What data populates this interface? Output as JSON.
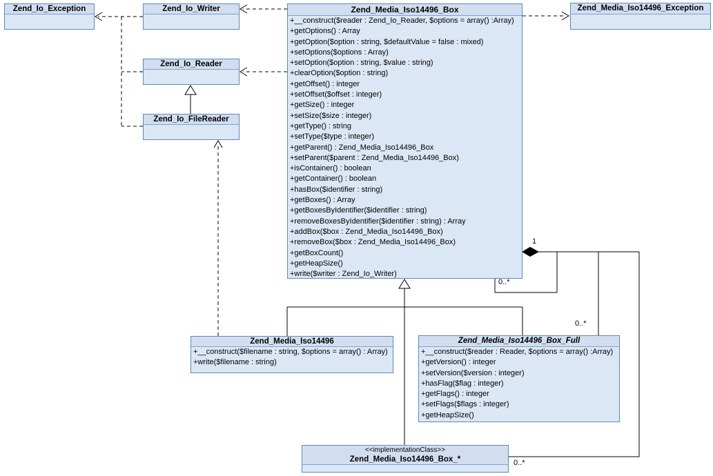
{
  "colors": {
    "box_border": "#5b87ba",
    "title_fill": "#d2def0",
    "body_fill": "#dce7f5",
    "line_color": "#000000"
  },
  "classes": {
    "io_exception": {
      "name": "Zend_Io_Exception",
      "methods": []
    },
    "io_writer": {
      "name": "Zend_Io_Writer",
      "methods": []
    },
    "io_reader": {
      "name": "Zend_Io_Reader",
      "methods": []
    },
    "io_filereader": {
      "name": "Zend_Io_FileReader",
      "methods": []
    },
    "media_exception": {
      "name": "Zend_Media_Iso14496_Exception",
      "methods": []
    },
    "box": {
      "name": "Zend_Media_Iso14496_Box",
      "methods": [
        "+__construct($reader : Zend_Io_Reader, $options = array() :Array)",
        "+getOptions() : Array",
        "+getOption($option : string, $defaultValue = false : mixed)",
        "+setOptions($options : Array)",
        "+setOption($option : string, $value : string)",
        "+clearOption($option : string)",
        "+getOffset() : integer",
        "+setOffset($offset : integer)",
        "+getSize() : integer",
        "+setSize($size : integer)",
        "+getType() : string",
        "+setType($type : integer)",
        "+getParent() : Zend_Media_Iso14496_Box",
        "+setParent($parent : Zend_Media_Iso14496_Box)",
        "+isContainer() : boolean",
        "+getContainer() : boolean",
        "+hasBox($identifier : string)",
        "+getBoxes() : Array",
        "+getBoxesByIdentifier($identifier : string)",
        "+removeBoxesByIdentifier($identifier : string) : Array",
        "+addBox($box : Zend_Media_Iso14496_Box)",
        "+removeBox($box : Zend_Media_Iso14496_Box)",
        "+getBoxCount()",
        "+getHeapSize()",
        "+write($writer : Zend_Io_Writer)"
      ]
    },
    "iso14496": {
      "name": "Zend_Media_Iso14496",
      "methods": [
        "+__construct($filename : string, $options = array() : Array)",
        "+write($filename : string)"
      ]
    },
    "box_full": {
      "name": "Zend_Media_Iso14496_Box_Full",
      "methods": [
        "+__construct($reader : Reader, $options = array() :Array)",
        "+getVersion() : integer",
        "+setVersion($version : integer)",
        "+hasFlag($flag : integer)",
        "+getFlags() : integer",
        "+setFlags($flags : integer)",
        "+getHeapSize()"
      ]
    },
    "box_star": {
      "stereotype": "<<implementationClass>>",
      "name": "Zend_Media_Iso14496_Box_*",
      "methods": []
    }
  },
  "labels": {
    "one": "1",
    "many": "0..*"
  }
}
